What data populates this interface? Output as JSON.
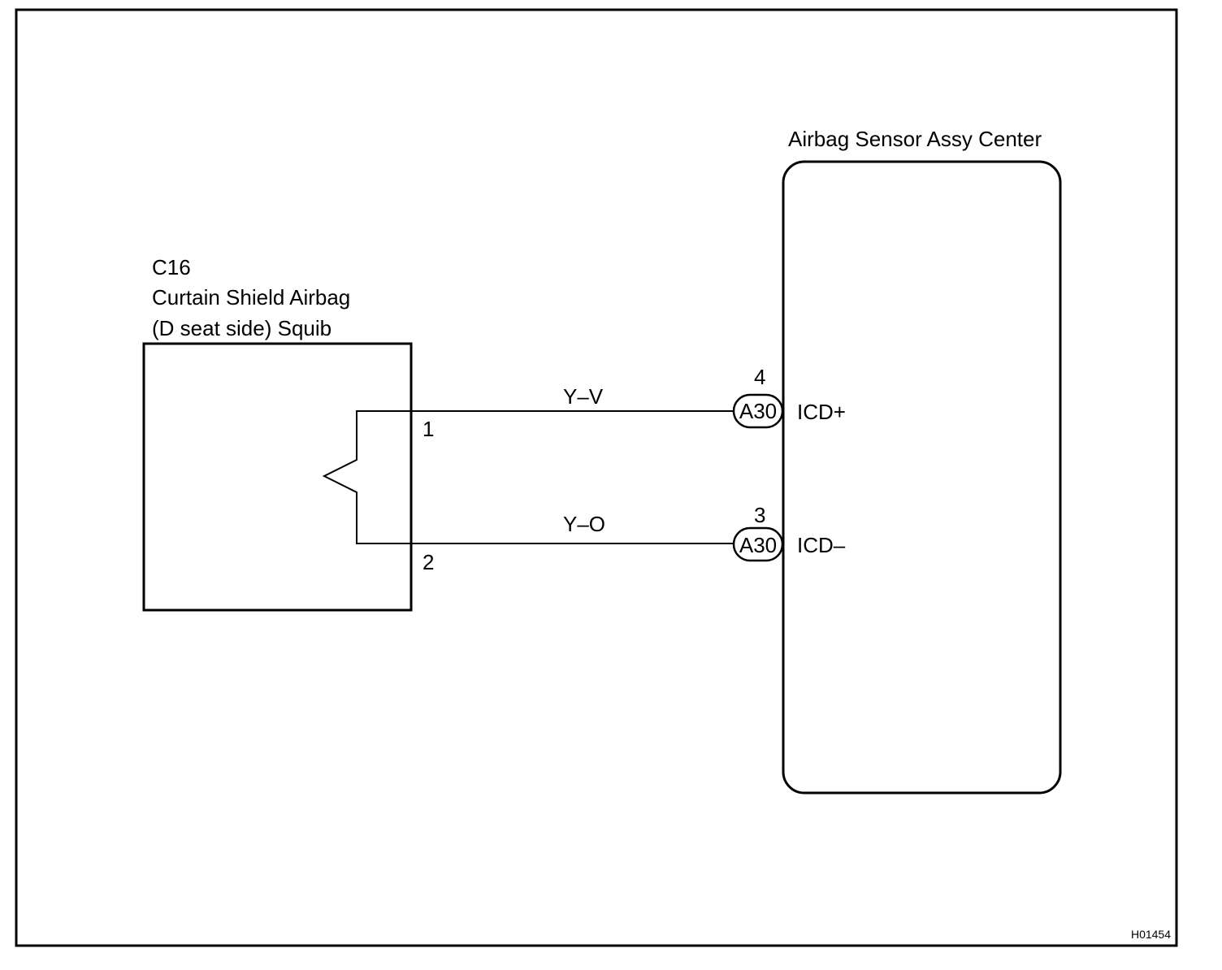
{
  "colors": {
    "line": "#000000",
    "background": "#ffffff"
  },
  "squib": {
    "connector": "C16",
    "name_line1": "Curtain Shield Airbag",
    "name_line2": "(D seat side) Squib",
    "pin_pos": "1",
    "pin_neg": "2"
  },
  "sensor": {
    "title": "Airbag Sensor Assy Center",
    "pin_pos_number": "4",
    "pin_neg_number": "3",
    "connector_pos": "A30",
    "connector_neg": "A30",
    "terminal_pos": "ICD+",
    "terminal_neg": "ICD–"
  },
  "wires": {
    "pos_color": "Y–V",
    "neg_color": "Y–O"
  },
  "figure_id": "H01454"
}
